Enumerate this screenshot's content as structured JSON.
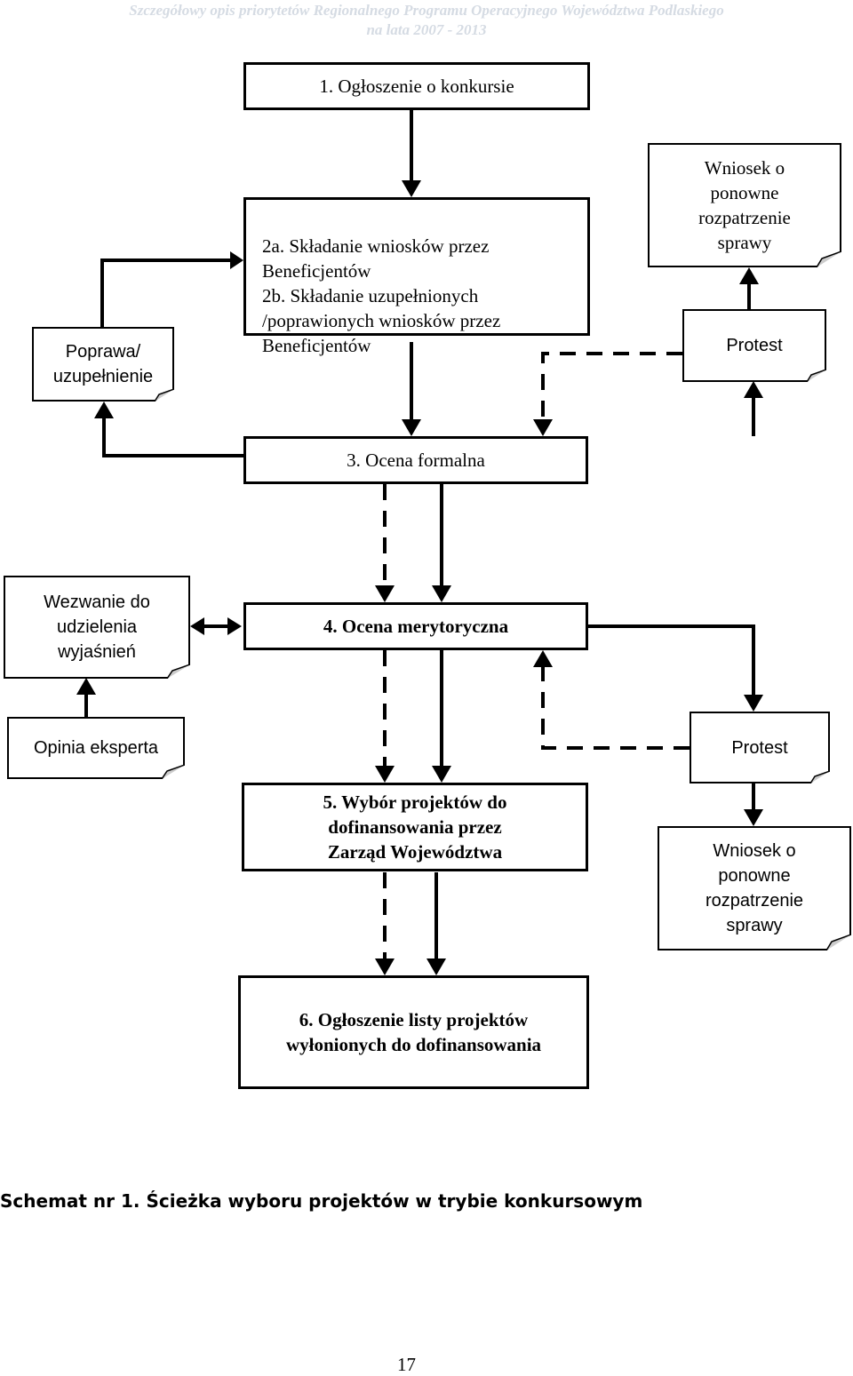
{
  "header": {
    "line1": "Szczegółowy opis priorytetów Regionalnego Programu Operacyjnego Województwa Podlaskiego",
    "line2": "na lata 2007 - 2013"
  },
  "boxes": {
    "announcement": "1. Ogłoszenie o konkursie",
    "submission": "2a. Składanie wniosków przez\nBeneficjentów\n2b. Składanie uzupełnionych\n/poprawionych wniosków przez\nBeneficjentów",
    "formal_evaluation": "3. Ocena formalna",
    "merit_evaluation": "4. Ocena merytoryczna",
    "selection": "5. Wybór projektów do\ndofinansowania przez\nZarząd Województwa",
    "results": "6. Ogłoszenie listy projektów\nwyłonionych do dofinansowania"
  },
  "notes": {
    "correction": "Poprawa/\nuzupełnienie",
    "reconsideration_top": "Wniosek o\nponowne\nrozpatrzenie\nsprawy",
    "protest_top": "Protest",
    "explanation_request": "Wezwanie do\nudzielenia\nwyjaśnień",
    "expert_opinion": "Opinia eksperta",
    "protest_mid": "Protest",
    "reconsideration_bottom": "Wniosek o\nponowne\nrozpatrzenie\nsprawy"
  },
  "caption": "Schemat nr 1. Ścieżka wyboru projektów w trybie konkursowym",
  "page_number": "17"
}
